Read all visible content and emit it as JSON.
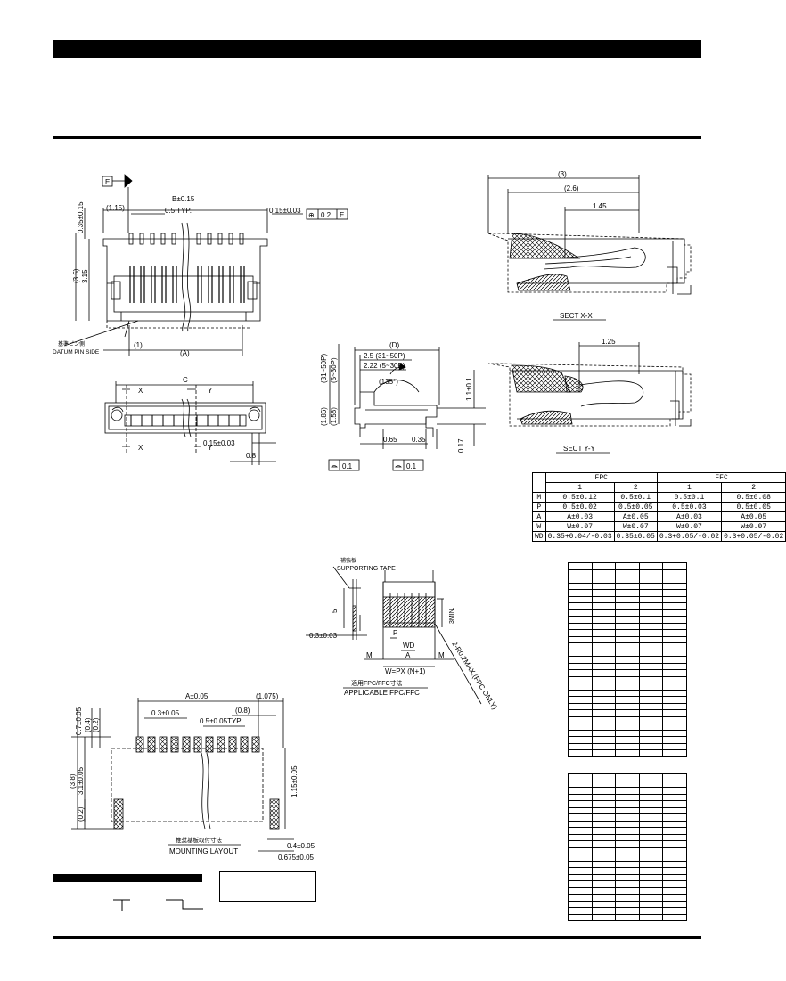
{
  "title_bar": "",
  "front_view": {
    "datum_e": "E",
    "dim_b": "B±0.15",
    "dim_1_15": "(1.15)",
    "dim_pitch": "0.5 TYP.",
    "dim_0_15": "0.15±0.03",
    "tolerance_frame": [
      "⊕",
      "0.2",
      "E"
    ],
    "dim_0_35": "0.35±0.15",
    "dim_3_5": "(3.5)",
    "dim_3_15": "3.15",
    "dim_1": "(1)",
    "dim_a": "(A)",
    "datum_jp": "基準ピン側",
    "datum_label": "DATUM PIN SIDE"
  },
  "top_view": {
    "dim_c": "C",
    "x_label": "X",
    "y_label": "Y",
    "dim_0_15": "0.15±0.03",
    "dim_0_8": "0.8"
  },
  "side_view": {
    "dim_d": "(D)",
    "dim_2_5": "2.5 (31~50P)",
    "dim_2_22": "2.22 (5~30P)",
    "angle": "(135°)",
    "dim_v1": "(31~50P)",
    "dim_v2": "(5~30P)",
    "dim_1_86": "(1.86)",
    "dim_1_58": "(1.58)",
    "dim_1_1": "1.1±0.1",
    "dim_0_65": "0.65",
    "dim_0_35": "0.35",
    "dim_0_17": "0.17",
    "flat1": "0.1",
    "flat2": "0.1"
  },
  "section_x": {
    "dim_3": "(3)",
    "dim_2_6": "(2.6)",
    "dim_1_45": "1.45",
    "label": "SECT X-X"
  },
  "section_y": {
    "dim_1_25": "1.25",
    "label": "SECT Y-Y"
  },
  "spec_table": {
    "groups": [
      "FPC",
      "FFC"
    ],
    "sub": [
      "1",
      "2",
      "1",
      "2"
    ],
    "rows": [
      {
        "k": "M",
        "v": [
          "0.5±0.12",
          "0.5±0.1",
          "0.5±0.1",
          "0.5±0.08"
        ]
      },
      {
        "k": "P",
        "v": [
          "0.5±0.02",
          "0.5±0.05",
          "0.5±0.03",
          "0.5±0.05"
        ]
      },
      {
        "k": "A",
        "v": [
          "A±0.03",
          "A±0.05",
          "A±0.03",
          "A±0.05"
        ]
      },
      {
        "k": "W",
        "v": [
          "W±0.07",
          "W±0.07",
          "W±0.07",
          "W±0.07"
        ]
      },
      {
        "k": "WD",
        "v": [
          "0.35+0.04/-0.03",
          "0.35±0.05",
          "0.3+0.05/-0.02",
          "0.3+0.05/-0.02"
        ]
      }
    ]
  },
  "fpc_view": {
    "jp_tape": "補強板",
    "tape": "SUPPORTING TAPE",
    "dim_5": "5",
    "dim_0_3": "0.3±0.03",
    "dim_3min": "3MIN.",
    "p": "P",
    "wd": "WD",
    "m1": "M",
    "a": "A",
    "m2": "M",
    "w_formula": "W=PX (N+1)",
    "radius": "2-R0.2MAX.(FPC ONLY)",
    "jp_caption": "適用FPC/FFC寸法",
    "caption": "APPLICABLE FPC/FFC"
  },
  "mounting": {
    "dim_a": "A±0.05",
    "dim_1_075": "(1.075)",
    "dim_0_8": "(0.8)",
    "dim_0_3": "0.3±0.05",
    "dim_0_5": "0.5±0.05TYP.",
    "dim_0_7": "0.7±0.05",
    "dim_0_4v": "(0.4)",
    "dim_0_2": "(0.2)",
    "dim_3_8": "(3.8)",
    "dim_3_1": "3.1±0.05",
    "dim_0_2b": "(0.2)",
    "dim_1_15": "1.15±0.05",
    "dim_0_4": "0.4±0.05",
    "dim_0_675": "0.675±0.05",
    "jp_caption": "推奨基板取付寸法",
    "caption": "MOUNTING LAYOUT"
  }
}
